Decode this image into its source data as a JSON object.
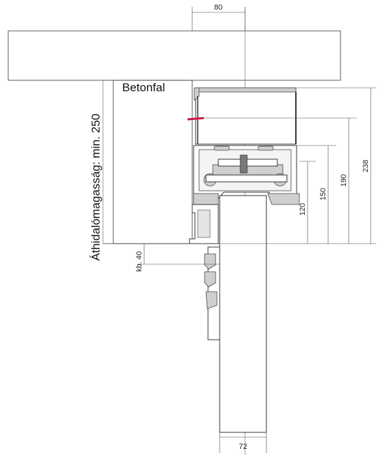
{
  "labels": {
    "wall": "Betonfal",
    "passage_height": "Áthidalómagasság: min. 250",
    "gap": "kb. 40"
  },
  "dimensions": {
    "top_width": "80",
    "bottom_width": "72",
    "d120": "120",
    "d150": "150",
    "d190": "190",
    "d238": "238"
  },
  "colors": {
    "accent": "#d2143c"
  }
}
